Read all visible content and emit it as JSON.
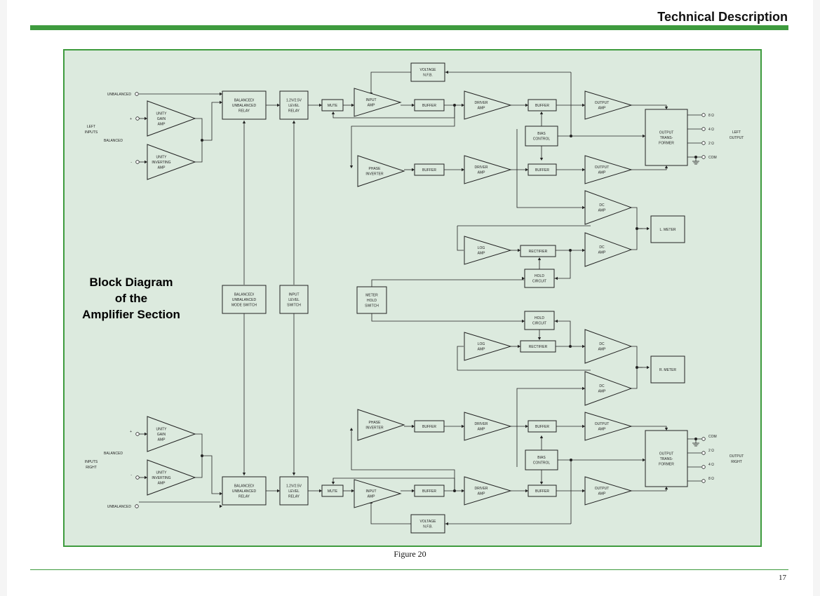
{
  "header": {
    "title": "Technical Description"
  },
  "figure": {
    "caption": "Figure 20",
    "page_number": "17"
  },
  "diagram": {
    "title": [
      "Block Diagram",
      "of the",
      "Amplifier Section"
    ],
    "signals": {
      "left_unbalanced": "UNBALANCED",
      "left_inputs": [
        "LEFT",
        "INPUTS"
      ],
      "left_balanced": "BALANCED",
      "right_unbalanced": "UNBALANCED",
      "right_inputs": [
        "RIGHT",
        "INPUTS"
      ],
      "right_balanced": "BALANCED",
      "plus": "+",
      "minus": "-",
      "left_output": [
        "LEFT",
        "OUTPUT"
      ],
      "right_output": [
        "RIGHT",
        "OUTPUT"
      ],
      "tap_8": "8 Ω",
      "tap_4": "4 Ω",
      "tap_2": "2 Ω",
      "com": "COM"
    },
    "blocks": {
      "unity_gain_amp": [
        "UNITY",
        "GAIN",
        "AMP"
      ],
      "unity_inverting_amp": [
        "UNITY",
        "INVERTING",
        "AMP"
      ],
      "bal_unbal_relay": [
        "BALANCED/",
        "UNBALANCED",
        "RELAY"
      ],
      "level_relay": [
        "1.2V/2.5V",
        "LEVEL",
        "RELAY"
      ],
      "mute": [
        "MUTE"
      ],
      "input_amp": [
        "INPUT",
        "AMP"
      ],
      "voltage_nfb": [
        "VOLTAGE",
        "N.F.B."
      ],
      "buffer": [
        "BUFFER"
      ],
      "driver_amp": [
        "DRIVER",
        "AMP"
      ],
      "phase_inverter": [
        "PHASE",
        "INVERTER"
      ],
      "bias_control": [
        "BIAS",
        "CONTROL"
      ],
      "output_amp": [
        "OUTPUT",
        "AMP"
      ],
      "output_transformer": [
        "OUTPUT",
        "TRANS-",
        "FORMER"
      ],
      "dc_amp": [
        "DC",
        "AMP"
      ],
      "log_amp": [
        "LOG",
        "AMP"
      ],
      "rectifier": [
        "RECTIFIER"
      ],
      "hold_circuit": [
        "HOLD",
        "CIRCUIT"
      ],
      "l_meter": [
        "L. METER"
      ],
      "r_meter": [
        "R. METER"
      ],
      "mode_switch": [
        "BALANCED/",
        "UNBALANCED",
        "MODE SWITCH"
      ],
      "input_level_switch": [
        "INPUT",
        "LEVEL",
        "SWITCH"
      ],
      "meter_hold_switch": [
        "METER",
        "HOLD",
        "SWITCH"
      ]
    }
  }
}
